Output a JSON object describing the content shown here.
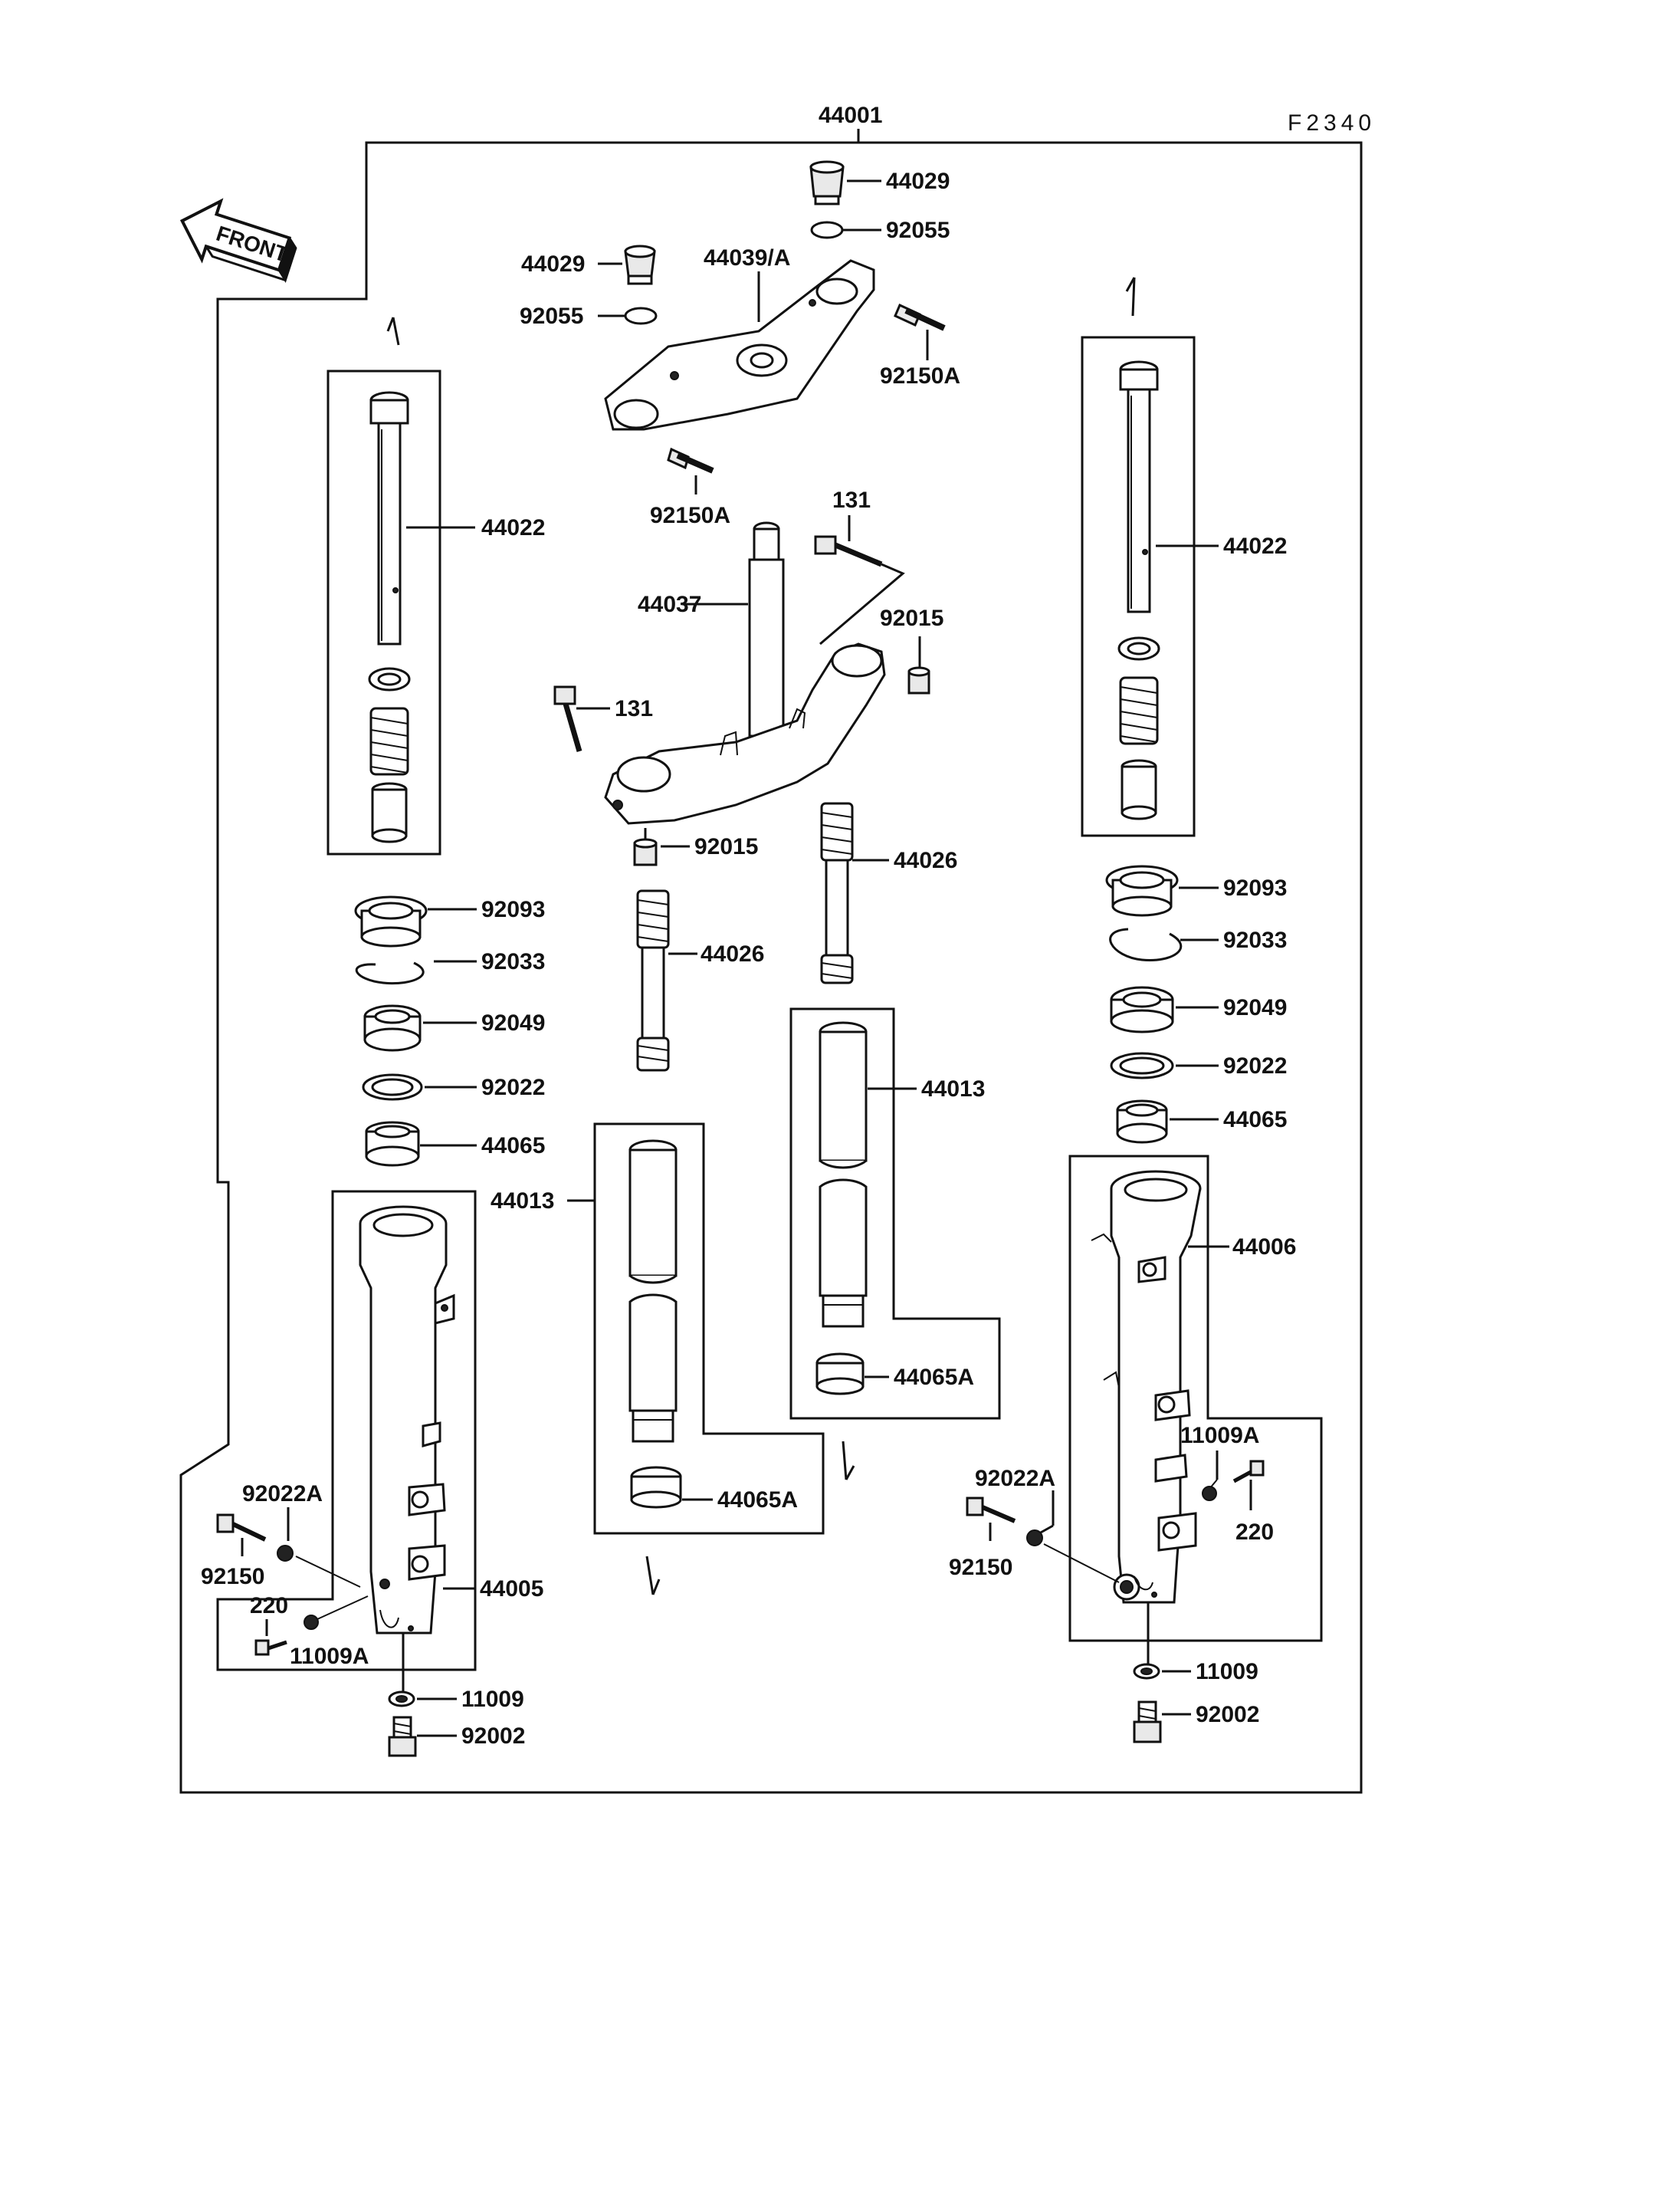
{
  "sheet_code": "F2340",
  "direction_label": "FRONT",
  "callouts": {
    "assembly": "44001",
    "cap_bolt_right": "44029",
    "oring_right": "92055",
    "cap_bolt_left": "44029",
    "oring_left": "92055",
    "upper_bracket": "44039/A",
    "upper_bolt_right": "92150A",
    "upper_bolt_left": "92150A",
    "stem_bolt_right": "131",
    "stem_bolt_left": "131",
    "stem_bracket": "44037",
    "plug_right": "92015",
    "plug_left": "92015",
    "spring_left_fork": "44022",
    "spring_right_fork": "44022",
    "inner_tube_spring_center_right": "44026",
    "inner_tube_spring_center_left": "44026",
    "dust_seal_left": "92093",
    "dust_seal_right": "92093",
    "circlip_left": "92033",
    "circlip_right": "92033",
    "oil_seal_left": "92049",
    "oil_seal_right": "92049",
    "washer_left": "92022",
    "washer_right": "92022",
    "guide_bush_left": "44065",
    "guide_bush_right": "44065",
    "inner_tube_center_right": "44013",
    "inner_tube_center_left": "44013",
    "slide_bush_center_right": "44065A",
    "slide_bush_center_left": "44065A",
    "outer_tube_right": "44006",
    "outer_tube_left": "44005",
    "gasket_right_upper": "11009A",
    "gasket_left_lower": "11009A",
    "washer_a_left": "92022A",
    "washer_a_right": "92022A",
    "bolt_left": "92150",
    "bolt_right": "92150",
    "bleed_screw_left": "220",
    "bleed_screw_right": "220",
    "drain_gasket_left": "11009",
    "drain_gasket_right": "11009",
    "drain_bolt_left": "92002",
    "drain_bolt_right": "92002"
  }
}
